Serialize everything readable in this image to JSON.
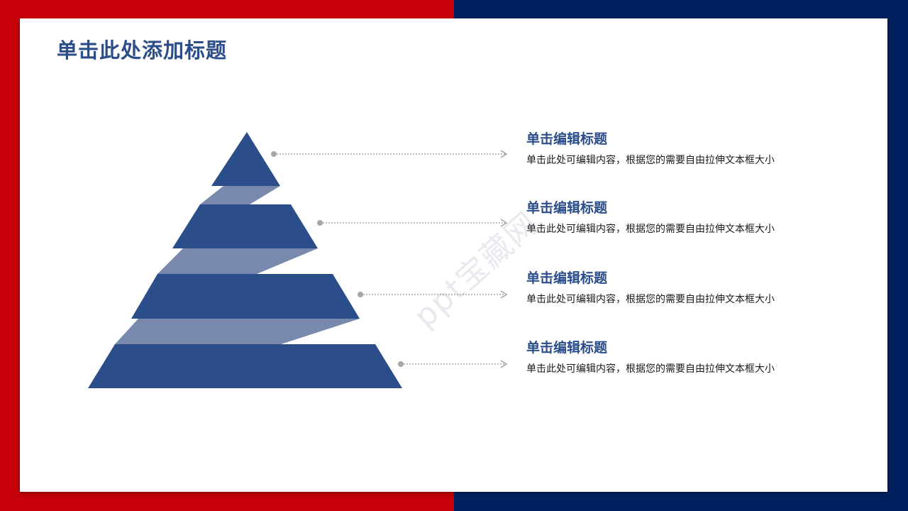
{
  "slide": {
    "title": "单击此处添加标题",
    "watermark": "ppt宝藏网"
  },
  "colors": {
    "left_background": "#c8000a",
    "right_background": "#00205f",
    "accent": "#2b4e8a",
    "band": "#7889ad",
    "connector": "#a6a6a6"
  },
  "items": [
    {
      "title": "单击编辑标题",
      "description": "单击此处可编辑内容，根据您的需要自由拉伸文本框大小"
    },
    {
      "title": "单击编辑标题",
      "description": "单击此处可编辑内容，根据您的需要自由拉伸文本框大小"
    },
    {
      "title": "单击编辑标题",
      "description": "单击此处可编辑内容，根据您的需要自由拉伸文本框大小"
    },
    {
      "title": "单击编辑标题",
      "description": "单击此处可编辑内容，根据您的需要自由拉伸文本框大小"
    }
  ]
}
